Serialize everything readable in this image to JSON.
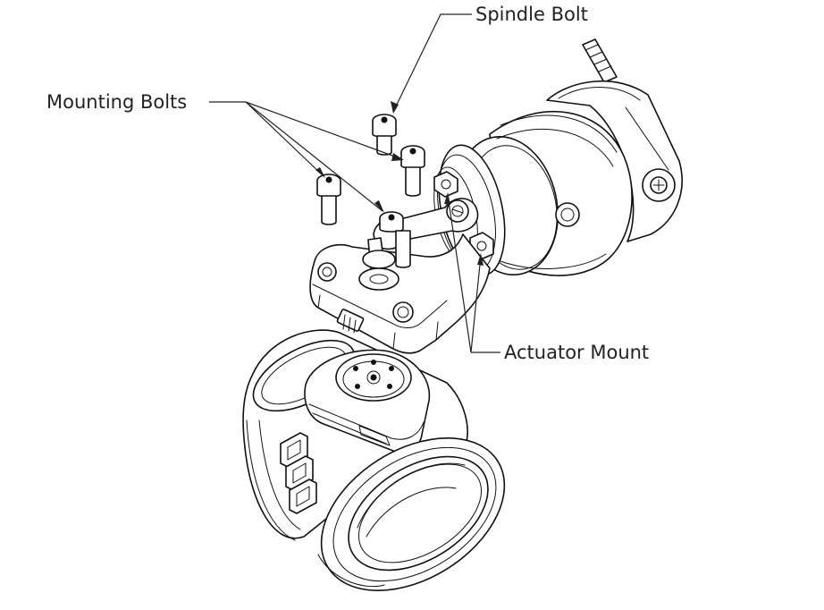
{
  "callouts": {
    "spindle_bolt": "Spindle Bolt",
    "mounting_bolts": "Mounting Bolts",
    "actuator_mount": "Actuator Mount"
  },
  "colors": {
    "line": "#111111",
    "label": "#222222",
    "background": "#ffffff"
  }
}
